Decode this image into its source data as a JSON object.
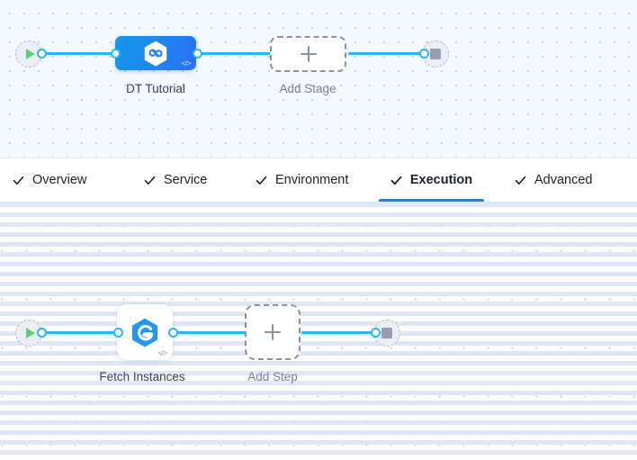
{
  "pipeline_canvas": {
    "start_node": {
      "icon": "play-icon",
      "name": "start"
    },
    "end_node": {
      "icon": "stop-icon",
      "name": "end"
    },
    "stage_node": {
      "label": "DT Tutorial",
      "icon": "harness-hexagon-icon",
      "badge": "</>"
    },
    "add_stage": {
      "label": "Add Stage",
      "icon": "plus-icon"
    }
  },
  "tabs": [
    {
      "label": "Overview",
      "icon": "check-icon",
      "active": false
    },
    {
      "label": "Service",
      "icon": "check-icon",
      "active": false
    },
    {
      "label": "Environment",
      "icon": "check-icon",
      "active": false
    },
    {
      "label": "Execution",
      "icon": "check-icon",
      "active": true
    },
    {
      "label": "Advanced",
      "icon": "check-icon",
      "active": false
    }
  ],
  "execution_canvas": {
    "start_node": {
      "icon": "play-icon",
      "name": "start"
    },
    "end_node": {
      "icon": "stop-icon",
      "name": "end"
    },
    "step_node": {
      "label": "Fetch Instances",
      "icon": "shell-script-hexagon-icon",
      "badge": "</>"
    },
    "add_step": {
      "label": "Add Step",
      "icon": "plus-icon"
    }
  },
  "colors": {
    "wire": "#29b6f6",
    "stage_blue": "#1f84f0",
    "active_tab_underline": "#1f7fe0",
    "play_green": "#5fd07a",
    "stop_grey": "#9b9cb0",
    "canvas_top_bg": "#f3f9fc",
    "canvas_bottom_bg": "#ffffff"
  }
}
